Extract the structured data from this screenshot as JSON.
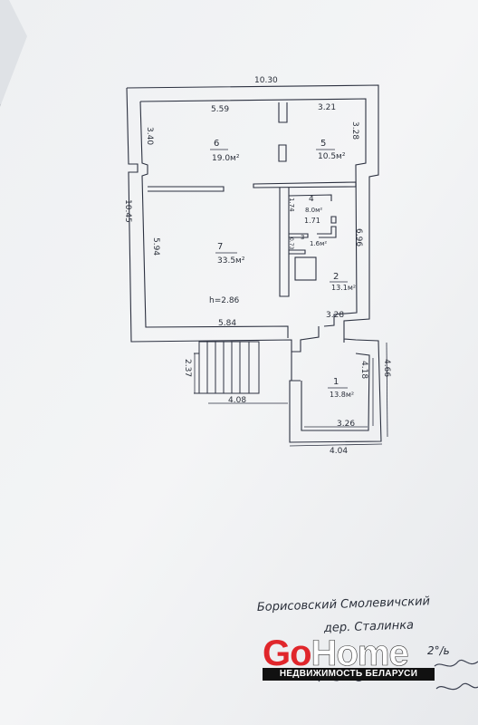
{
  "plan": {
    "dims": {
      "top": "10.30",
      "left": "10.45",
      "top_left_room": "5.59",
      "top_right_room": "3.21",
      "left_room6": "3.40",
      "right_room5": "3.28",
      "left_room7": "5.94",
      "right_room2": "6.96",
      "bottom_left": "5.84",
      "bottom_mid": "3.28",
      "stairs_width": "4.08",
      "stairs_depth": "2.37",
      "room1_inner_right": "4.18",
      "room1_outer_right": "4.66",
      "room1_bottom_inner": "3.26",
      "room1_bottom_outer": "4.04",
      "small_vert": "1.74",
      "small_width": "1.71",
      "tiny_vert": "0.73"
    },
    "rooms": [
      {
        "num": "6",
        "area": "19.0м²"
      },
      {
        "num": "5",
        "area": "10.5м²"
      },
      {
        "num": "4",
        "area": "8.0м²"
      },
      {
        "num": "3",
        "area": "1.6м²"
      },
      {
        "num": "7",
        "area": "33.5м²"
      },
      {
        "num": "2",
        "area": "13.1м²"
      },
      {
        "num": "1",
        "area": "13.8м²"
      }
    ],
    "height_note": "h=2.86"
  },
  "notes": {
    "line1": "Борисовский  Смолевичский",
    "line2": "дер. Сталинка",
    "fragment": "2°/ь"
  },
  "watermark": {
    "go": "Go",
    "home": "Home",
    "sub": "НЕДВИЖИМОСТЬ БЕЛАРУСИ"
  }
}
